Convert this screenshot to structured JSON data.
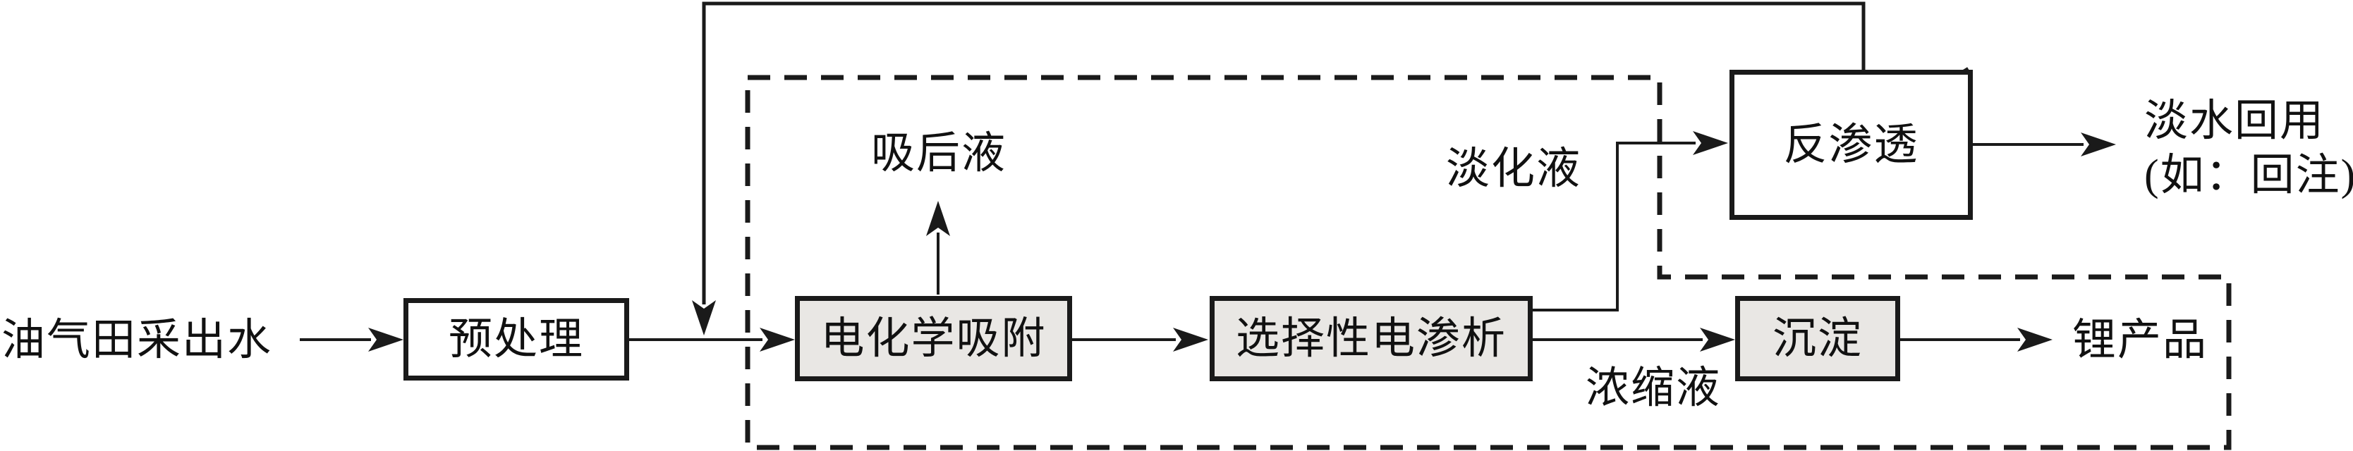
{
  "diagram": {
    "nodes": {
      "source_label": "油气田采出水",
      "pretreatment": "预处理",
      "electrochemical_adsorption": "电化学吸附",
      "selective_electrodialysis": "选择性电渗析",
      "reverse_osmosis": "反渗透",
      "precipitation": "沉淀"
    },
    "streams": {
      "post_adsorption_liquid": "吸后液",
      "desalinated_liquid": "淡化液",
      "concentrated_liquid": "浓缩液",
      "lithium_product": "锂产品",
      "freshwater_reuse_line1": "淡水回用",
      "freshwater_reuse_line2": "(如：回注)"
    }
  },
  "colors": {
    "line": "#1a1a1a",
    "box_fill_gray": "#e9e7e4",
    "box_fill_white": "#ffffff",
    "background": "#ffffff",
    "text": "#111111"
  }
}
